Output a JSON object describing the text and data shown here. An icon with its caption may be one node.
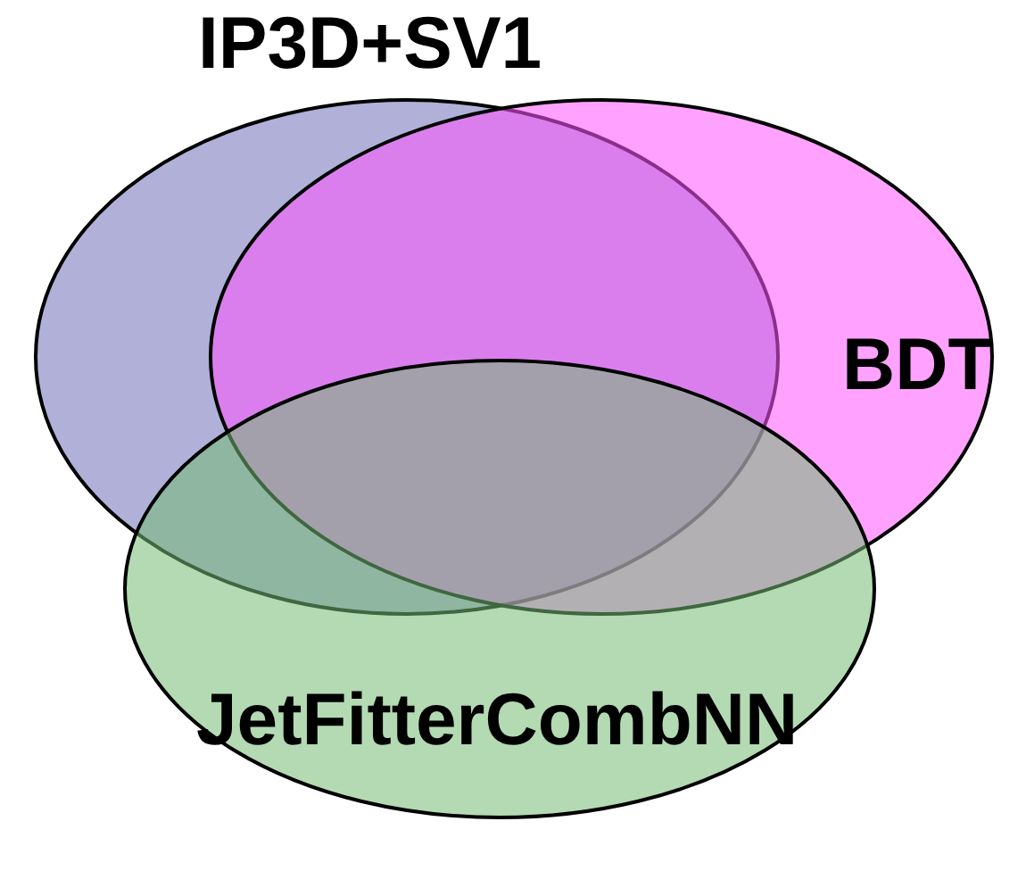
{
  "diagram": {
    "nodes": [
      {
        "text": [
          "IP3D+SV1"
        ]
      },
      {
        "text": [
          "BDT"
        ]
      },
      {
        "text": [
          "JetFitterCombNN"
        ]
      }
    ]
  }
}
